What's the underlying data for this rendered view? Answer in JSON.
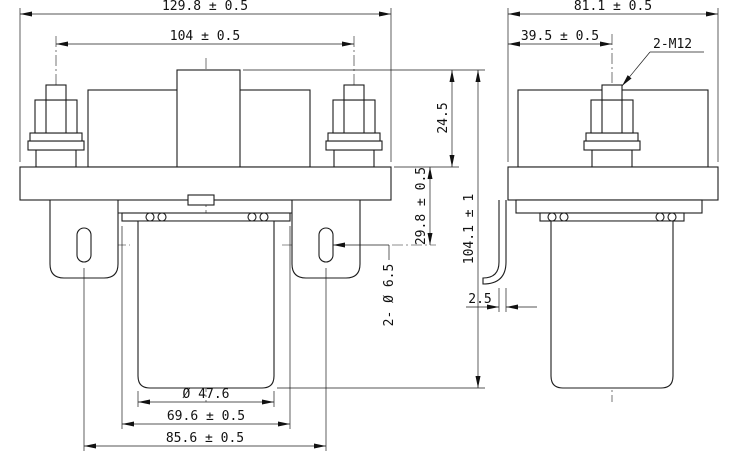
{
  "front_view": {
    "overall_width": "129.8 ± 0.5",
    "terminal_spacing": "104 ± 0.5",
    "top_height": "24.5",
    "plate_offset": "29.8 ± 0.5",
    "overall_height": "104.1 ± 1",
    "mount_holes": "2- Ø 6.5",
    "body_diameter": "Ø 47.6",
    "flange_width": "69.6 ± 0.5",
    "hole_spacing": "85.6 ± 0.5"
  },
  "side_view": {
    "overall_depth": "81.1 ± 0.5",
    "terminal_offset": "39.5 ± 0.5",
    "stud_thread": "2-M12",
    "bracket_thickness": "2.5"
  }
}
